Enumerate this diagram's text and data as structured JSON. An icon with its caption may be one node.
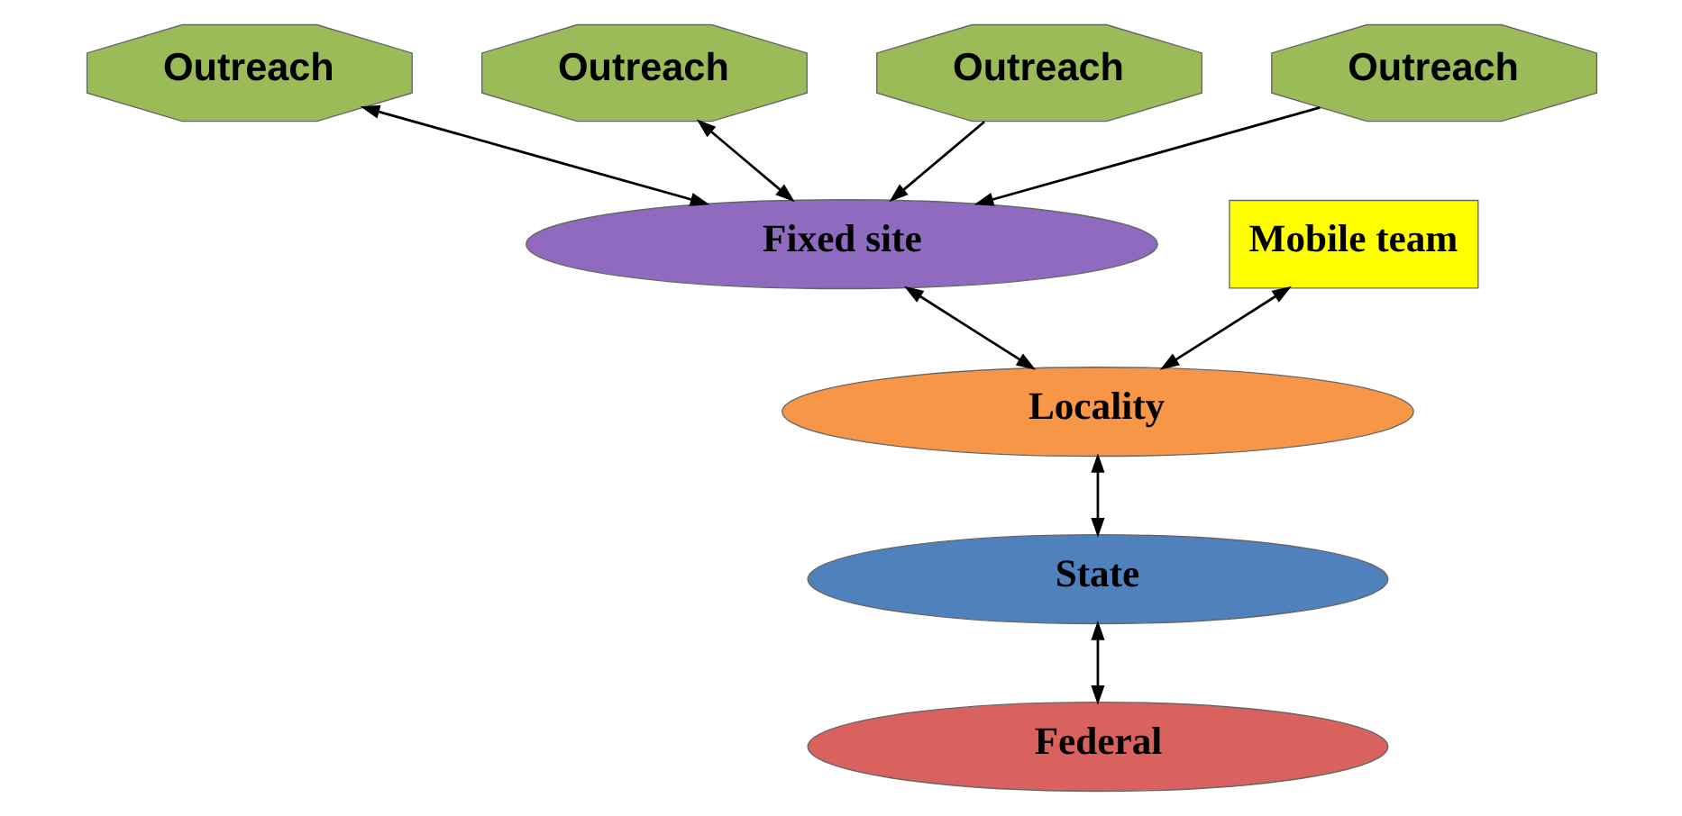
{
  "diagram": {
    "nodes": [
      {
        "text": [
          "Outreach"
        ]
      },
      {
        "text": [
          "Outreach"
        ]
      },
      {
        "text": [
          "Outreach"
        ]
      },
      {
        "text": [
          "Outreach"
        ]
      },
      {
        "text": [
          "Fixed site"
        ]
      },
      {
        "text": [
          "Mobile team"
        ]
      },
      {
        "text": [
          "Locality"
        ]
      },
      {
        "text": [
          "State"
        ]
      },
      {
        "text": [
          "Federal"
        ]
      }
    ],
    "edges": [
      {
        "from": 0,
        "to": 4,
        "arrow": "both"
      },
      {
        "from": 1,
        "to": 4,
        "arrow": "both"
      },
      {
        "from": 2,
        "to": 4,
        "arrow": "to"
      },
      {
        "from": 3,
        "to": 4,
        "arrow": "to"
      },
      {
        "from": 4,
        "to": 6,
        "arrow": "both"
      },
      {
        "from": 5,
        "to": 6,
        "arrow": "both"
      },
      {
        "from": 6,
        "to": 7,
        "arrow": "both"
      },
      {
        "from": 7,
        "to": 8,
        "arrow": "both"
      }
    ]
  }
}
